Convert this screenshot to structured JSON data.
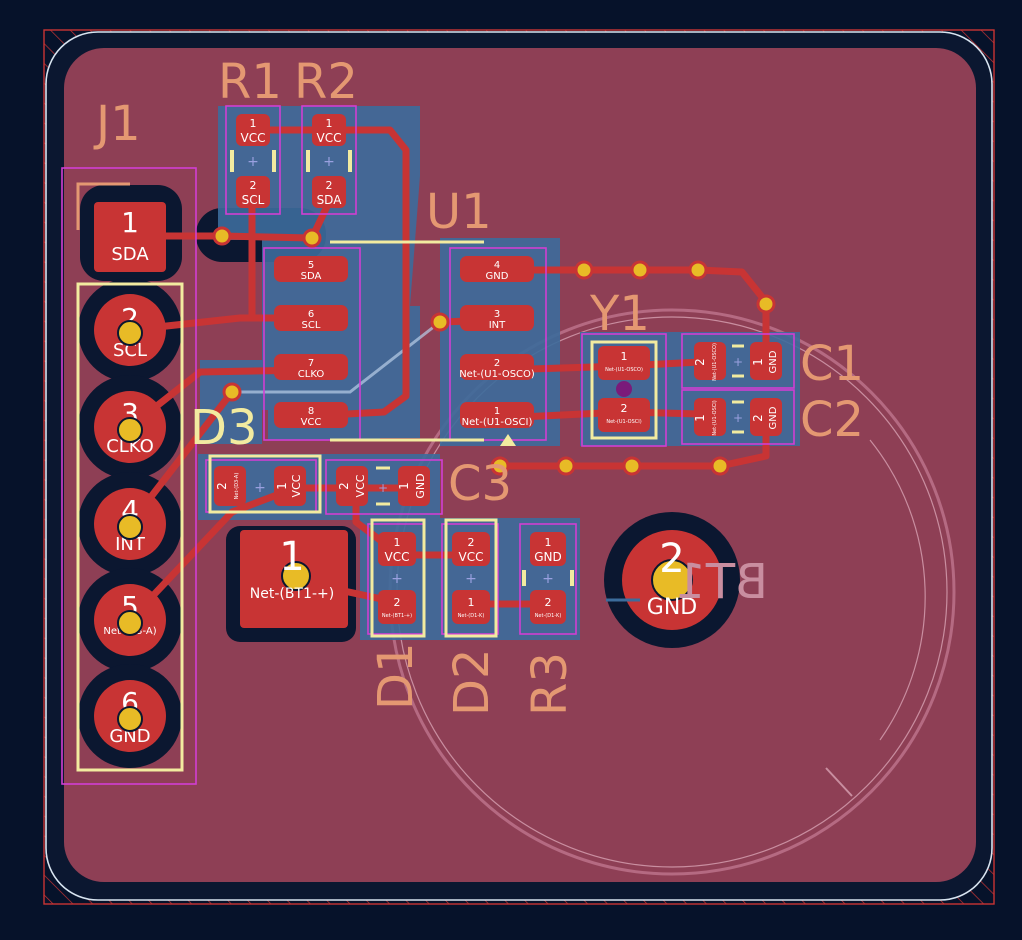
{
  "colors": {
    "background": "#06122a",
    "board_fill": "#8e3f55",
    "copper_red": "#c83434",
    "copper_blue": "#3c6c9c",
    "silk_yellow": "#f2eba0",
    "fab_orange": "#e49872",
    "courtyard_magenta": "#d13fd3",
    "pad_text": "#ffffff",
    "via_yellow": "#e8bb26",
    "edge_cut": "#d8e4f0"
  },
  "refs": {
    "J1": "J1",
    "R1": "R1",
    "R2": "R2",
    "U1": "U1",
    "Y1": "Y1",
    "C1": "C1",
    "C2": "C2",
    "C3": "C3",
    "D1": "D1",
    "D2": "D2",
    "D3": "D3",
    "R3": "R3",
    "BT1": "BT1"
  },
  "J1": {
    "pins": [
      {
        "num": "1",
        "net": "SDA"
      },
      {
        "num": "2",
        "net": "SCL"
      },
      {
        "num": "3",
        "net": "CLKO"
      },
      {
        "num": "4",
        "net": "INT"
      },
      {
        "num": "5",
        "net": "Net-(D3-A)"
      },
      {
        "num": "6",
        "net": "GND"
      }
    ]
  },
  "R1": {
    "pins": [
      {
        "num": "1",
        "net": "VCC"
      },
      {
        "num": "2",
        "net": "SCL"
      }
    ]
  },
  "R2": {
    "pins": [
      {
        "num": "1",
        "net": "VCC"
      },
      {
        "num": "2",
        "net": "SDA"
      }
    ]
  },
  "U1": {
    "pins": [
      {
        "num": "5",
        "net": "SDA"
      },
      {
        "num": "6",
        "net": "SCL"
      },
      {
        "num": "7",
        "net": "CLKO"
      },
      {
        "num": "8",
        "net": "VCC"
      },
      {
        "num": "4",
        "net": "GND"
      },
      {
        "num": "3",
        "net": "INT"
      },
      {
        "num": "2",
        "net": "Net-(U1-OSCO)"
      },
      {
        "num": "1",
        "net": "Net-(U1-OSCI)"
      }
    ]
  },
  "Y1": {
    "pins": [
      {
        "num": "1",
        "net": "Net-(U1-OSCO)"
      },
      {
        "num": "2",
        "net": "Net-(U1-OSCI)"
      }
    ]
  },
  "C1": {
    "pins": [
      {
        "num": "2",
        "net": "Net-(U1-OSCO)"
      },
      {
        "num": "1",
        "net": "GND"
      }
    ]
  },
  "C2": {
    "pins": [
      {
        "num": "1",
        "net": "Net-(U1-OSCI)"
      },
      {
        "num": "2",
        "net": "GND"
      }
    ]
  },
  "D3": {
    "pins": [
      {
        "num": "2",
        "net": "Net-(D3-A)"
      },
      {
        "num": "1",
        "net": "VCC"
      }
    ]
  },
  "C3": {
    "pins": [
      {
        "num": "2",
        "net": "VCC"
      },
      {
        "num": "1",
        "net": "GND"
      }
    ]
  },
  "D1": {
    "pins": [
      {
        "num": "1",
        "net": "VCC"
      },
      {
        "num": "2",
        "net": "Net-(BT1-+)"
      }
    ]
  },
  "D2": {
    "pins": [
      {
        "num": "2",
        "net": "VCC"
      },
      {
        "num": "1",
        "net": "Net-(D1-K)"
      }
    ]
  },
  "R3": {
    "pins": [
      {
        "num": "1",
        "net": "GND"
      },
      {
        "num": "2",
        "net": "Net-(D1-K)"
      }
    ]
  },
  "BT1": {
    "pins": [
      {
        "num": "1",
        "net": "Net-(BT1-+)"
      },
      {
        "num": "2",
        "net": "GND"
      }
    ]
  },
  "silk_plus": "+"
}
